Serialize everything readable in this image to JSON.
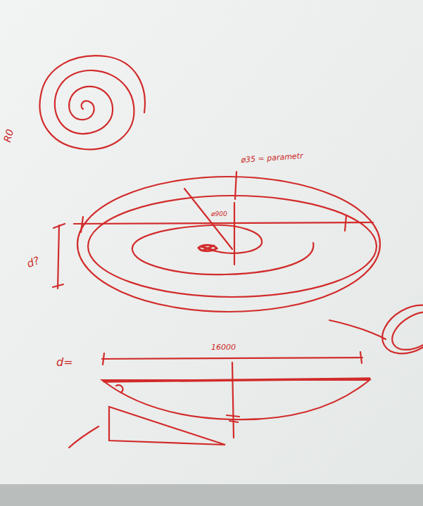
{
  "diagram": {
    "labels": [
      "R0",
      "ø35 = parametr",
      "ø900",
      "d?",
      "d=",
      "16000"
    ]
  }
}
